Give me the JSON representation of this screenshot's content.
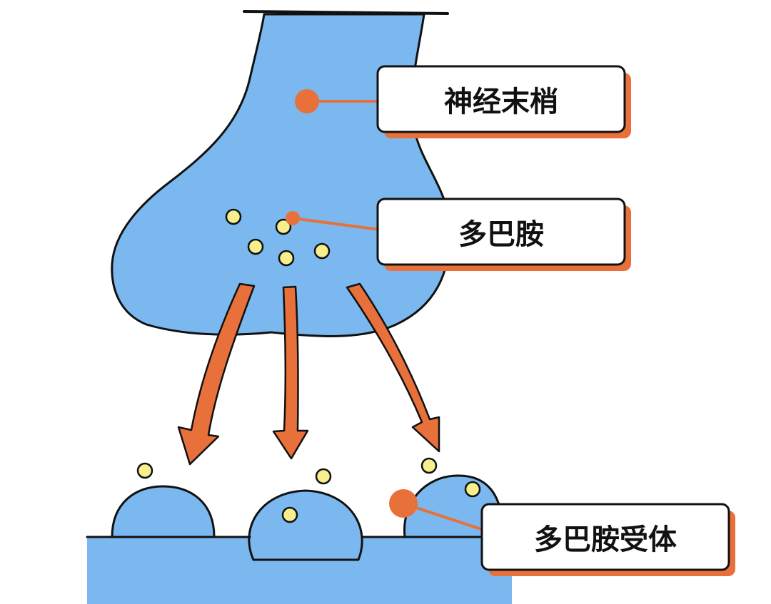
{
  "labels": {
    "nerve_terminal": "神经末梢",
    "dopamine": "多巴胺",
    "dopamine_receptor": "多巴胺受体"
  },
  "colors": {
    "neuron_fill": "#7ab8ef",
    "outline": "#111111",
    "accent": "#e8703a",
    "dopamine_dot": "#f7ee8e",
    "background": "#ffffff"
  }
}
